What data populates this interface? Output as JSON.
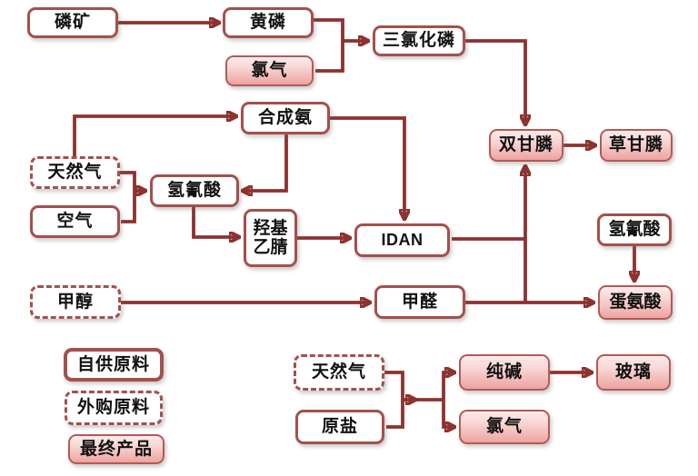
{
  "diagram_title": "glyphosate-production-flowchart",
  "colors": {
    "line": "#8d3230",
    "box_border": "#a4504d",
    "pink_border": "#b25b57",
    "pink_top": "#fcebea",
    "pink_bottom": "#eda3a0",
    "text": "#111111",
    "background": "#ffffff"
  },
  "nodes": {
    "phosphate_ore": {
      "label": "磷矿",
      "type": "self_supplied"
    },
    "yellow_phosphorus": {
      "label": "黄磷",
      "type": "self_supplied"
    },
    "chlorine_1": {
      "label": "氯气",
      "type": "final_product"
    },
    "phosphorus_trichloride": {
      "label": "三氯化磷",
      "type": "self_supplied"
    },
    "synthetic_ammonia": {
      "label": "合成氨",
      "type": "self_supplied"
    },
    "natural_gas_1": {
      "label": "天然气",
      "type": "purchased"
    },
    "air": {
      "label": "空气",
      "type": "self_supplied"
    },
    "hydrocyanic_acid_1": {
      "label": "氢氰酸",
      "type": "self_supplied"
    },
    "hydroxyacetonitrile": {
      "label": "羟基乙腈",
      "type": "self_supplied"
    },
    "idan": {
      "label": "IDAN",
      "type": "self_supplied"
    },
    "pmida": {
      "label": "双甘膦",
      "type": "final_product"
    },
    "glyphosate": {
      "label": "草甘膦",
      "type": "final_product"
    },
    "hydrocyanic_acid_2": {
      "label": "氢氰酸",
      "type": "self_supplied"
    },
    "methanol": {
      "label": "甲醇",
      "type": "purchased"
    },
    "formaldehyde": {
      "label": "甲醛",
      "type": "self_supplied"
    },
    "methionine": {
      "label": "蛋氨酸",
      "type": "final_product"
    },
    "natural_gas_2": {
      "label": "天然气",
      "type": "purchased"
    },
    "raw_salt": {
      "label": "原盐",
      "type": "self_supplied"
    },
    "soda_ash": {
      "label": "纯碱",
      "type": "final_product"
    },
    "glass": {
      "label": "玻璃",
      "type": "final_product"
    },
    "chlorine_2": {
      "label": "氯气",
      "type": "final_product"
    }
  },
  "legend": {
    "self_supplied": "自供原料",
    "purchased": "外购原料",
    "final_product": "最终产品"
  },
  "edges": [
    {
      "from": "phosphate_ore",
      "to": "yellow_phosphorus"
    },
    {
      "from": "yellow_phosphorus",
      "to": "phosphorus_trichloride"
    },
    {
      "from": "chlorine_1",
      "to": "phosphorus_trichloride"
    },
    {
      "from": "phosphorus_trichloride",
      "to": "pmida"
    },
    {
      "from": "natural_gas_1",
      "to": "synthetic_ammonia"
    },
    {
      "from": "natural_gas_1",
      "to": "hydrocyanic_acid_1"
    },
    {
      "from": "air",
      "to": "hydrocyanic_acid_1"
    },
    {
      "from": "synthetic_ammonia",
      "to": "hydrocyanic_acid_1"
    },
    {
      "from": "hydrocyanic_acid_1",
      "to": "hydroxyacetonitrile"
    },
    {
      "from": "hydroxyacetonitrile",
      "to": "idan"
    },
    {
      "from": "synthetic_ammonia",
      "to": "idan"
    },
    {
      "from": "idan",
      "to": "pmida"
    },
    {
      "from": "pmida",
      "to": "glyphosate"
    },
    {
      "from": "methanol",
      "to": "formaldehyde"
    },
    {
      "from": "formaldehyde",
      "to": "pmida"
    },
    {
      "from": "formaldehyde",
      "to": "methionine"
    },
    {
      "from": "hydrocyanic_acid_2",
      "to": "methionine"
    },
    {
      "from": "natural_gas_2",
      "to": "soda_ash"
    },
    {
      "from": "natural_gas_2",
      "to": "chlorine_2"
    },
    {
      "from": "raw_salt",
      "to": "soda_ash"
    },
    {
      "from": "raw_salt",
      "to": "chlorine_2"
    },
    {
      "from": "soda_ash",
      "to": "glass"
    }
  ]
}
